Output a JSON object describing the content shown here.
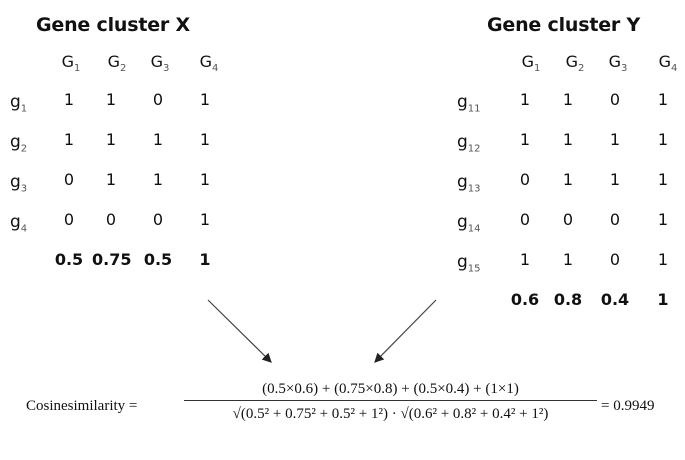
{
  "cluster_x": {
    "title": "Gene cluster X",
    "columns": [
      "G1",
      "G2",
      "G3",
      "G4"
    ],
    "rows": [
      {
        "label": "g",
        "sub": "1",
        "values": [
          "1",
          "1",
          "0",
          "1"
        ]
      },
      {
        "label": "g",
        "sub": "2",
        "values": [
          "1",
          "1",
          "1",
          "1"
        ]
      },
      {
        "label": "g",
        "sub": "3",
        "values": [
          "0",
          "1",
          "1",
          "1"
        ]
      },
      {
        "label": "g",
        "sub": "4",
        "values": [
          "0",
          "0",
          "0",
          "1"
        ]
      }
    ],
    "averages": [
      "0.5",
      "0.75",
      "0.5",
      "1"
    ]
  },
  "cluster_y": {
    "title": "Gene cluster Y",
    "columns": [
      "G1",
      "G2",
      "G3",
      "G4"
    ],
    "rows": [
      {
        "label": "g",
        "sub": "11",
        "values": [
          "1",
          "1",
          "0",
          "1"
        ]
      },
      {
        "label": "g",
        "sub": "12",
        "values": [
          "1",
          "1",
          "1",
          "1"
        ]
      },
      {
        "label": "g",
        "sub": "13",
        "values": [
          "0",
          "1",
          "1",
          "1"
        ]
      },
      {
        "label": "g",
        "sub": "14",
        "values": [
          "0",
          "0",
          "0",
          "1"
        ]
      },
      {
        "label": "g",
        "sub": "15",
        "values": [
          "1",
          "1",
          "0",
          "1"
        ]
      }
    ],
    "averages": [
      "0.6",
      "0.8",
      "0.4",
      "1"
    ]
  },
  "formula": {
    "label": "Cosinesimilarity =",
    "numerator": "(0.5×0.6) + (0.75×0.8) + (0.5×0.4) + (1×1)",
    "denominator": "√(0.5² + 0.75² + 0.5² + 1²) · √(0.6² + 0.8² + 0.4² + 1²)",
    "result": "= 0.9949"
  }
}
